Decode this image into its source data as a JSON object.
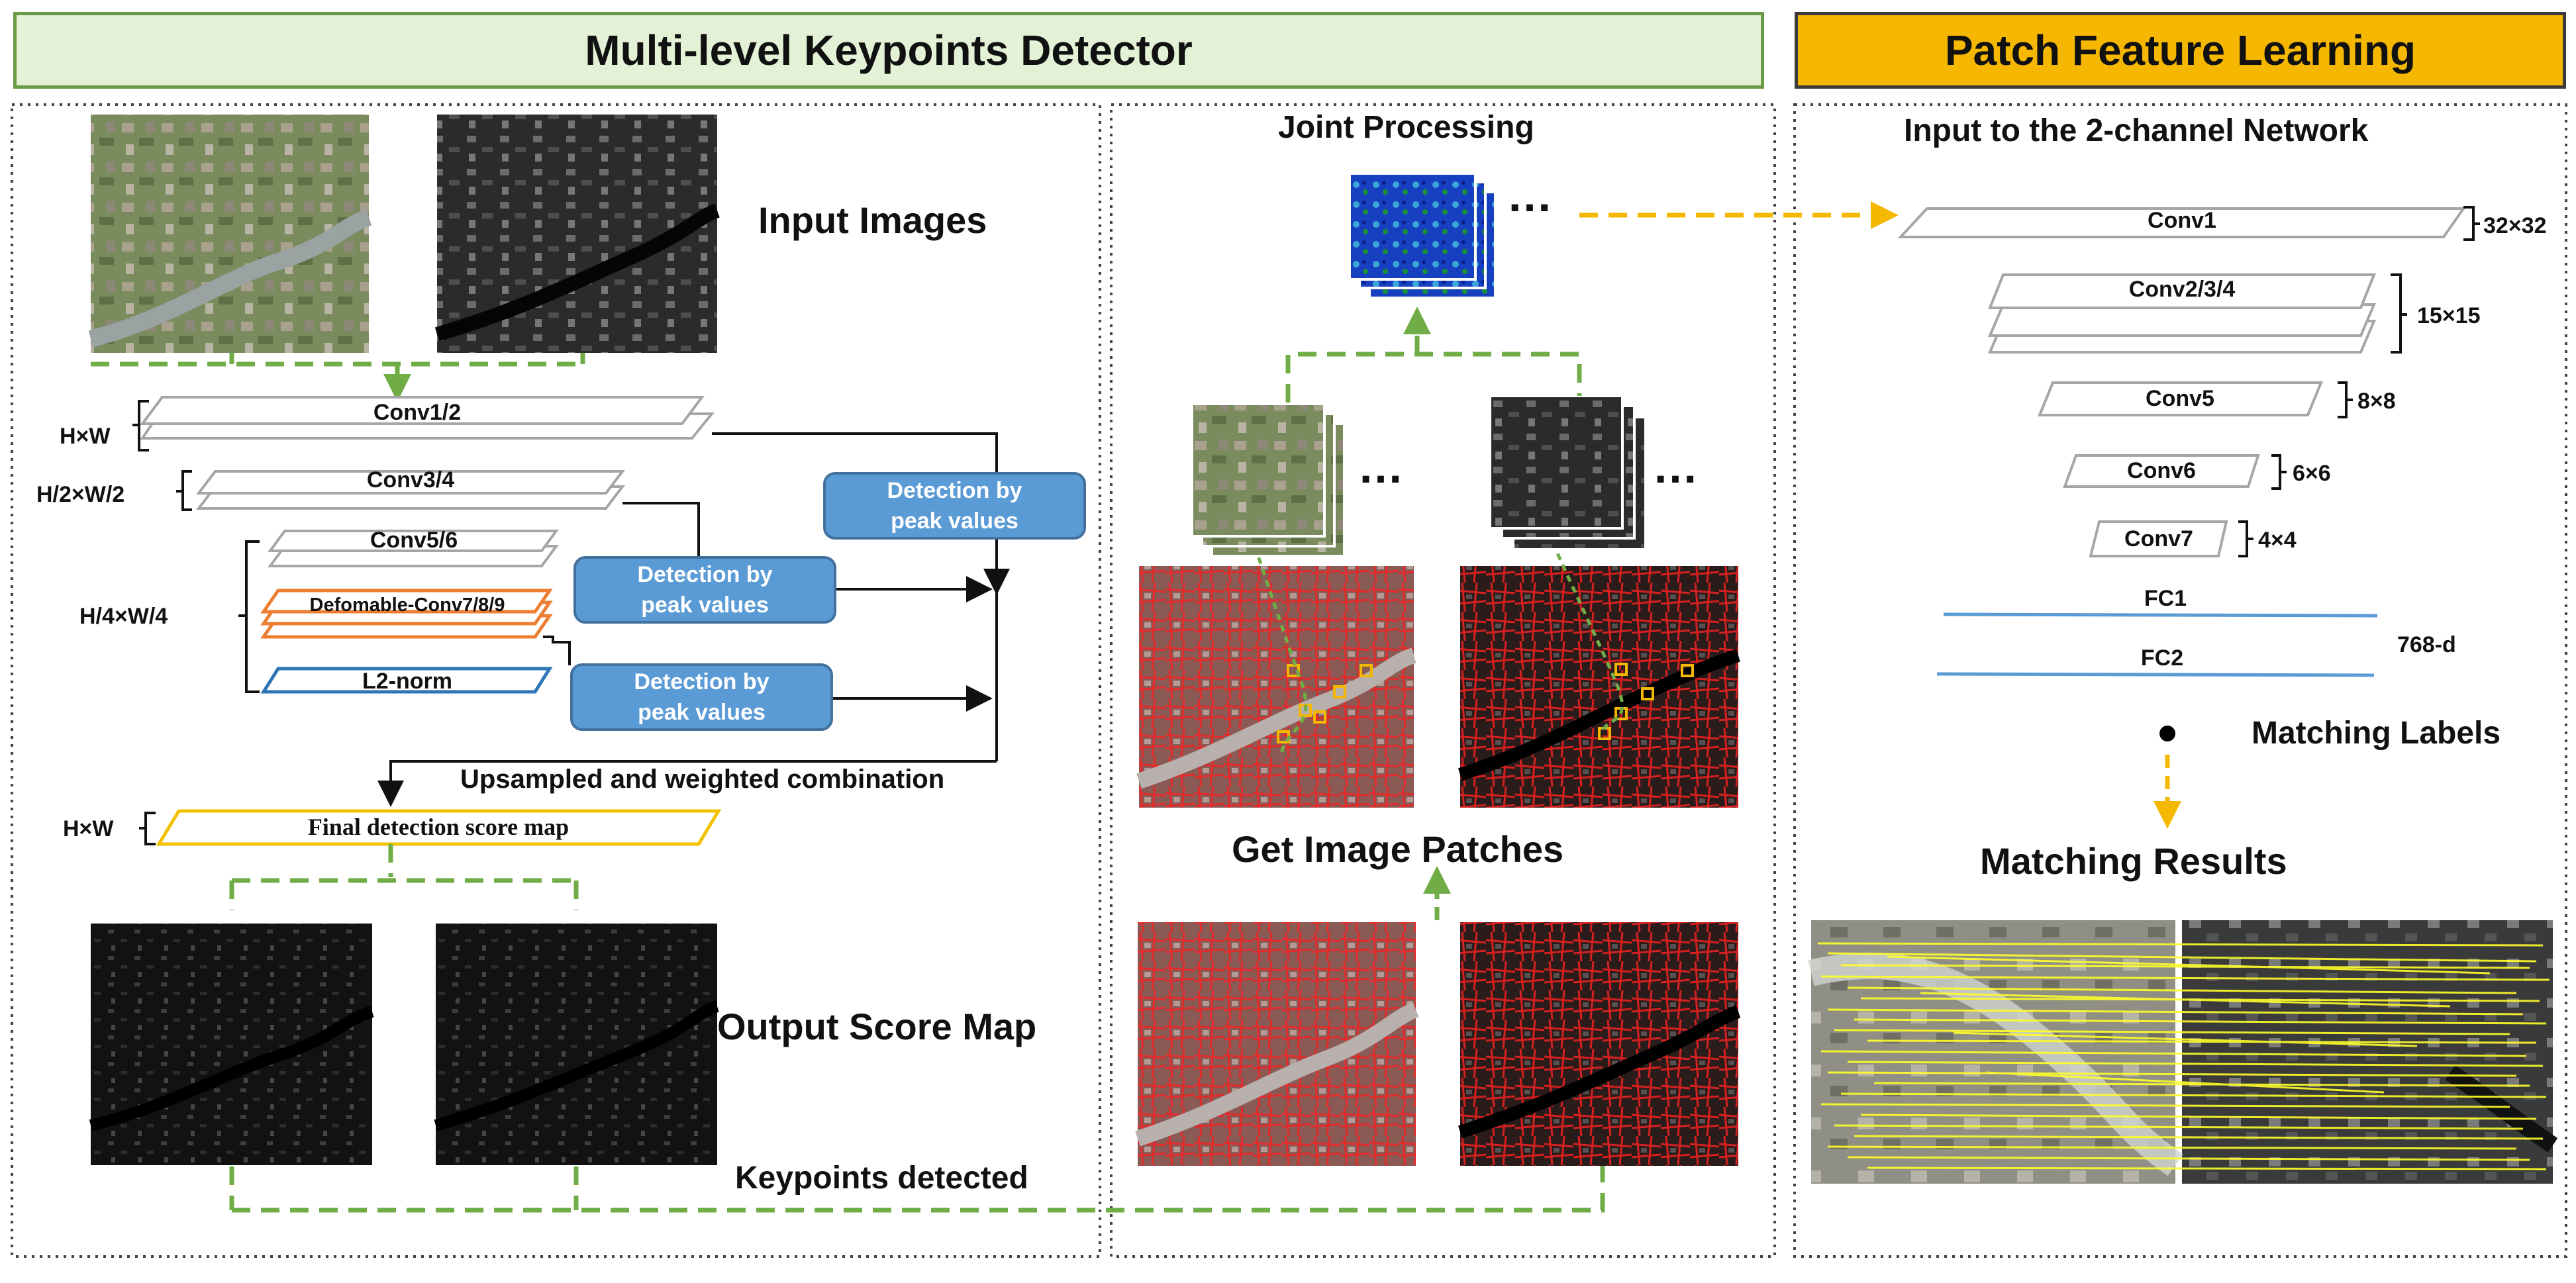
{
  "headers": {
    "left": "Multi-level Keypoints Detector",
    "right": "Patch Feature Learning"
  },
  "detector": {
    "input_images": "Input Images",
    "output_score_map": "Output Score Map",
    "keypoints_detected": "Keypoints detected",
    "combination": "Upsampled and weighted combination",
    "score_map_layer": "Final detection score map",
    "layers": [
      "Conv1/2",
      "Conv3/4",
      "Conv5/6",
      "Defomable-Conv7/8/9",
      "L2-norm"
    ],
    "sizes": [
      "H×W",
      "H/2×W/2",
      "H/4×W/4",
      "H×W"
    ],
    "detection": {
      "line1": "Detection by",
      "line2": "peak values"
    }
  },
  "joint": {
    "title": "Joint Processing",
    "get_patches": "Get  Image Patches",
    "ellipsis": "…"
  },
  "patch_learning": {
    "input_title": "Input to the 2-channel Network",
    "layers": [
      "Conv1",
      "Conv2/3/4",
      "Conv5",
      "Conv6",
      "Conv7"
    ],
    "sizes": [
      "32×32",
      "15×15",
      "8×8",
      "6×6",
      "4×4"
    ],
    "fc": [
      "FC1",
      "FC2"
    ],
    "fc_dim": "768-d",
    "matching_labels": "Matching Labels",
    "matching_results": "Matching Results"
  },
  "colors": {
    "green_dash": "#70ad47",
    "orange_dash": "#f5b800",
    "detect_box": "#5b9bd5",
    "score_map_border": "#f2c100",
    "deform_border": "#ed7d31",
    "l2_border": "#2e75b6",
    "fc_line": "#5b9bd5"
  }
}
